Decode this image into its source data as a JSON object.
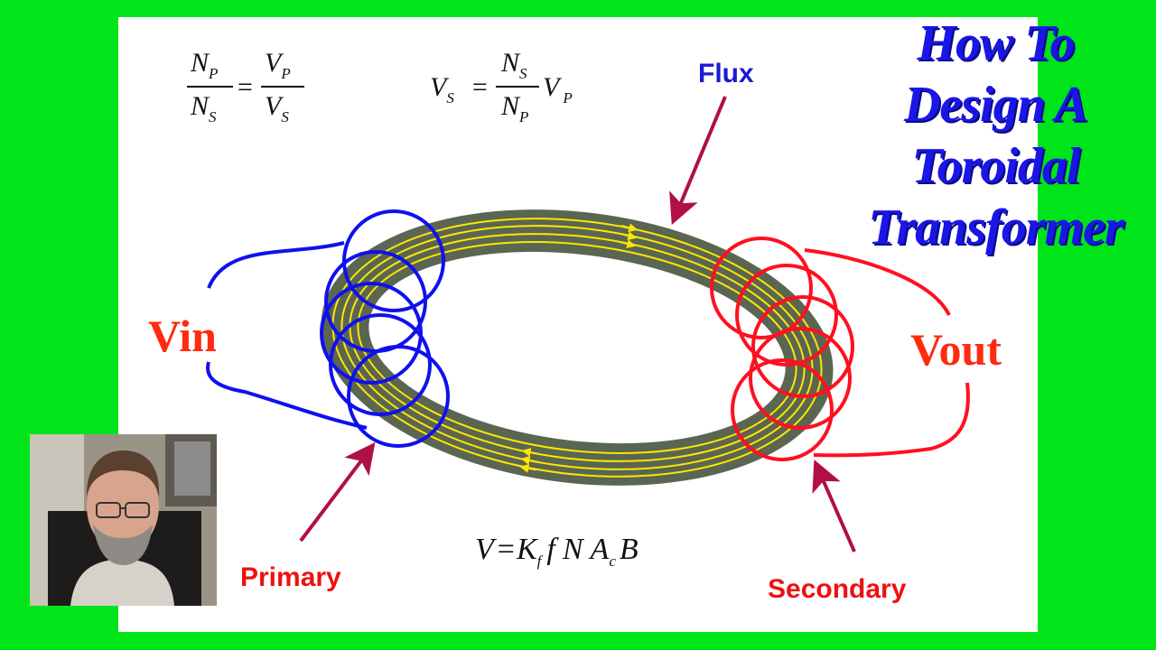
{
  "title_lines": [
    "How To",
    "Design A",
    "Toroidal",
    "Transformer"
  ],
  "labels": {
    "flux": "Flux",
    "vin": "Vin",
    "vout": "Vout",
    "primary": "Primary",
    "secondary": "Secondary"
  },
  "formulas": {
    "f1": {
      "NP": "N",
      "NP_sub": "P",
      "NS": "N",
      "NS_sub": "S",
      "eq": "=",
      "VP": "V",
      "VP_sub": "P",
      "VS": "V",
      "VS_sub": "S"
    },
    "f2": {
      "VS": "V",
      "VS_sub": "S",
      "eq": "=",
      "NS": "N",
      "NS_sub": "S",
      "NP": "N",
      "NP_sub": "P",
      "VP": "V",
      "VP_sub": "P"
    },
    "f3": {
      "V": "V",
      "eq": "=",
      "K": "K",
      "K_sub": "f",
      "f": "f",
      "N": "N",
      "A": "A",
      "A_sub": "c",
      "B": "B"
    }
  },
  "colors": {
    "background": "#00e51a",
    "core": "#5a6652",
    "flux_lines": "#ffe600",
    "primary_coil": "#1010ee",
    "secondary_coil": "#ff1020",
    "arrow": "#b01045",
    "title": "#1a16e8"
  }
}
